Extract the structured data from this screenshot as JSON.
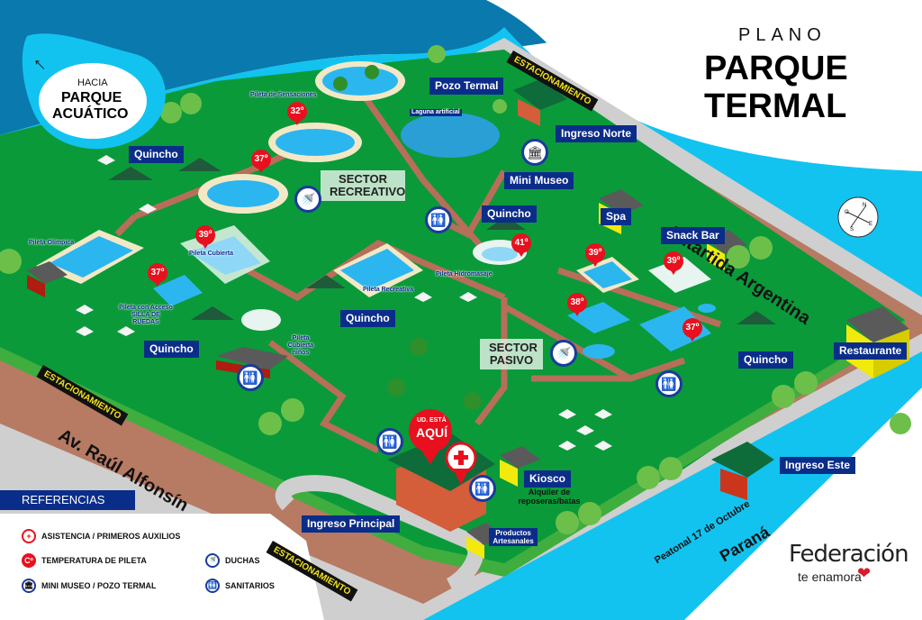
{
  "title": {
    "line1": "PLANO",
    "line2": "PARQUE",
    "line3": "TERMAL"
  },
  "direction_bubble": {
    "line1": "HACIA",
    "line2": "PARQUE",
    "line3": "ACUÁTICO",
    "icon": "arrow-up-left"
  },
  "compass": {
    "n": "N",
    "s": "S",
    "e": "E",
    "o": "O"
  },
  "streets": {
    "north": "Antártida Argentina",
    "west": "Av. Raúl Alfonsín",
    "south": "Paraná",
    "pedestrian": "Peatonal 17 de Octubre"
  },
  "parking_label": "ESTACIONAMIENTO",
  "sectors": {
    "recreativo": "SECTOR RECREATIVO",
    "pasivo": "SECTOR PASIVO"
  },
  "places": {
    "pozo_termal": "Pozo Termal",
    "ingreso_norte": "Ingreso Norte",
    "mini_museo": "Mini Museo",
    "quincho": "Quincho",
    "spa": "Spa",
    "snack_bar": "Snack Bar",
    "restaurante": "Restaurante",
    "kiosco": "Kiosco",
    "kiosco_sub": "Alquiler de reposeras/batas",
    "ingreso_principal": "Ingreso Principal",
    "ingreso_este": "Ingreso Este",
    "productos": "Productos Artesanales"
  },
  "pools": {
    "sensaciones": "Pileta de Sensaciones",
    "laguna": "Laguna artificial",
    "olimpica": "Pileta Olímpica",
    "cubierta": "Pileta Cubierta",
    "acceso": "Pileta con Acceso SILLA DE RUEDAS",
    "cubierta_ninos": "Pileta Cubierta niños",
    "recreativa": "Pileta Recreativa",
    "hidromasaje": "Pileta Hidromasaje"
  },
  "temperatures": [
    "32º",
    "37º",
    "39º",
    "37º",
    "41º",
    "39º",
    "39º",
    "38º",
    "37º"
  ],
  "you_are_here": {
    "line1": "UD. ESTÁ",
    "line2": "AQUÍ"
  },
  "legend": {
    "title": "REFERENCIAS",
    "items": [
      {
        "icon": "plus",
        "label": "ASISTENCIA / PRIMEROS AUXILIOS"
      },
      {
        "icon": "Cº",
        "label": "TEMPERATURA DE PILETA"
      },
      {
        "icon": "museum",
        "label": "MINI MUSEO / POZO TERMAL"
      },
      {
        "icon": "shower",
        "label": "DUCHAS"
      },
      {
        "icon": "restroom",
        "label": "SANITARIOS"
      }
    ]
  },
  "brand": {
    "name": "Federación",
    "tagline": "te enamora"
  },
  "colors": {
    "grass": "#0a9a3a",
    "path": "#b76e5a",
    "water": "#2bb6f0",
    "deep_water": "#0a79ad",
    "label_bg": "#0b2d8a",
    "temp": "#e8101e"
  }
}
